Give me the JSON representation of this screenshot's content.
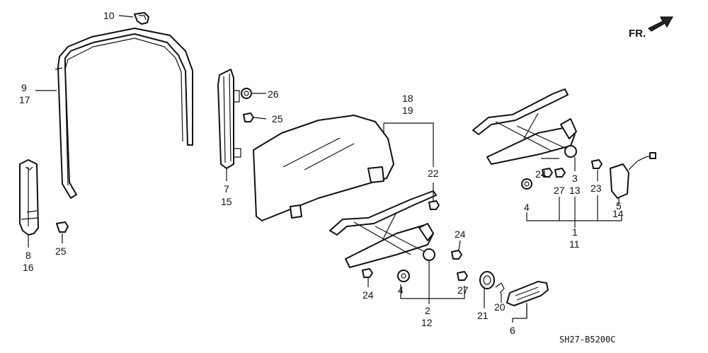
{
  "diagram": {
    "direction_label": "FR.",
    "diagram_code": "SH27-B5200C",
    "callouts": {
      "p10": "10",
      "p9": "9",
      "p17": "17",
      "p8": "8",
      "p16": "16",
      "p25a": "25",
      "p26": "26",
      "p25b": "25",
      "p7": "7",
      "p15": "15",
      "p18": "18",
      "p19": "19",
      "p22": "22",
      "p24a": "24",
      "p24b": "24",
      "p4a": "4",
      "p27a": "27",
      "p2": "2",
      "p12": "12",
      "p21": "21",
      "p20": "20",
      "p6": "6",
      "p24c": "24",
      "p27b": "27",
      "p3": "3",
      "p13": "13",
      "p23": "23",
      "p5": "5",
      "p14": "14",
      "p4b": "4",
      "p1": "1",
      "p11": "11"
    }
  }
}
